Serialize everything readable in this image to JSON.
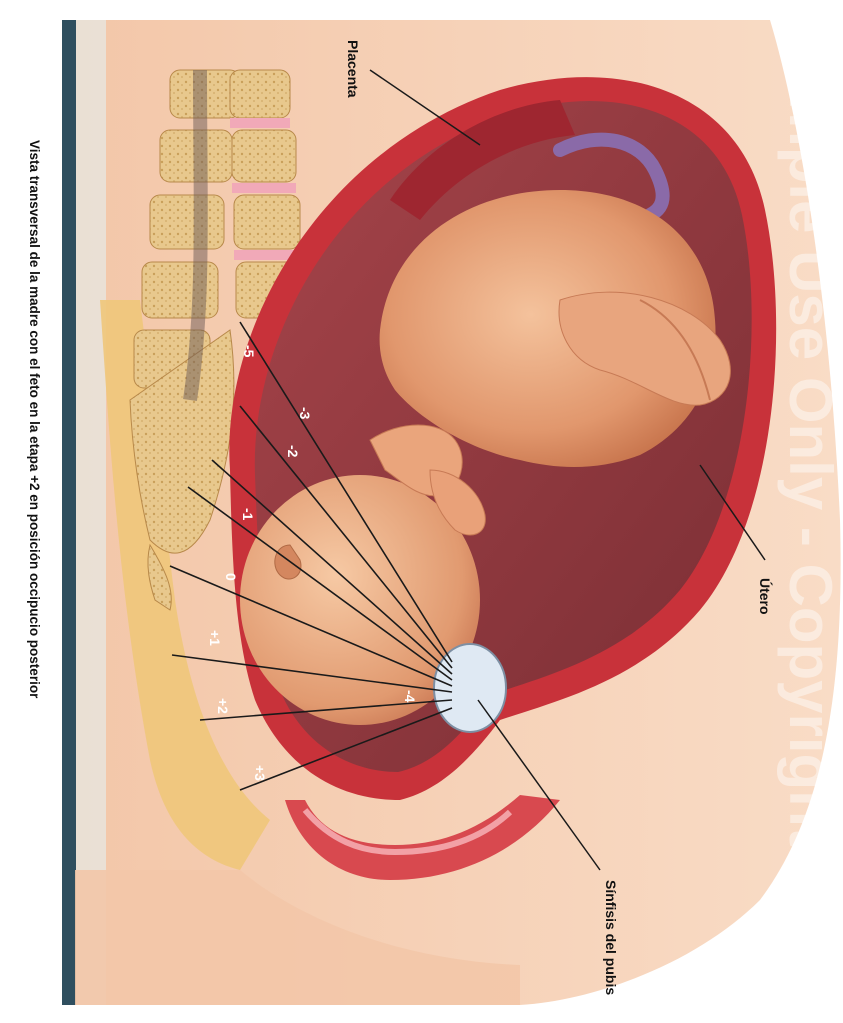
{
  "labels": {
    "placenta": "Placenta",
    "utero": "Útero",
    "sinfisis": "Sínfisis del pubis",
    "caption": "Vista transversal de la madre con el feto en la etapa +2 en posición occipucio posterior"
  },
  "stations": [
    "-5",
    "-4",
    "-3",
    "-2",
    "-1",
    "0",
    "+1",
    "+2",
    "+3"
  ],
  "watermark": "Sample Use Only - Copyrighted",
  "colors": {
    "skin": "#f6d2b6",
    "uterus_wall": "#c8323a",
    "uterus_inner": "#8e3a40",
    "fetus": "#e6a079",
    "bone": "#e9c98f",
    "pubis": "#dfe9f3",
    "spine_dark": "#2f4f5f"
  }
}
